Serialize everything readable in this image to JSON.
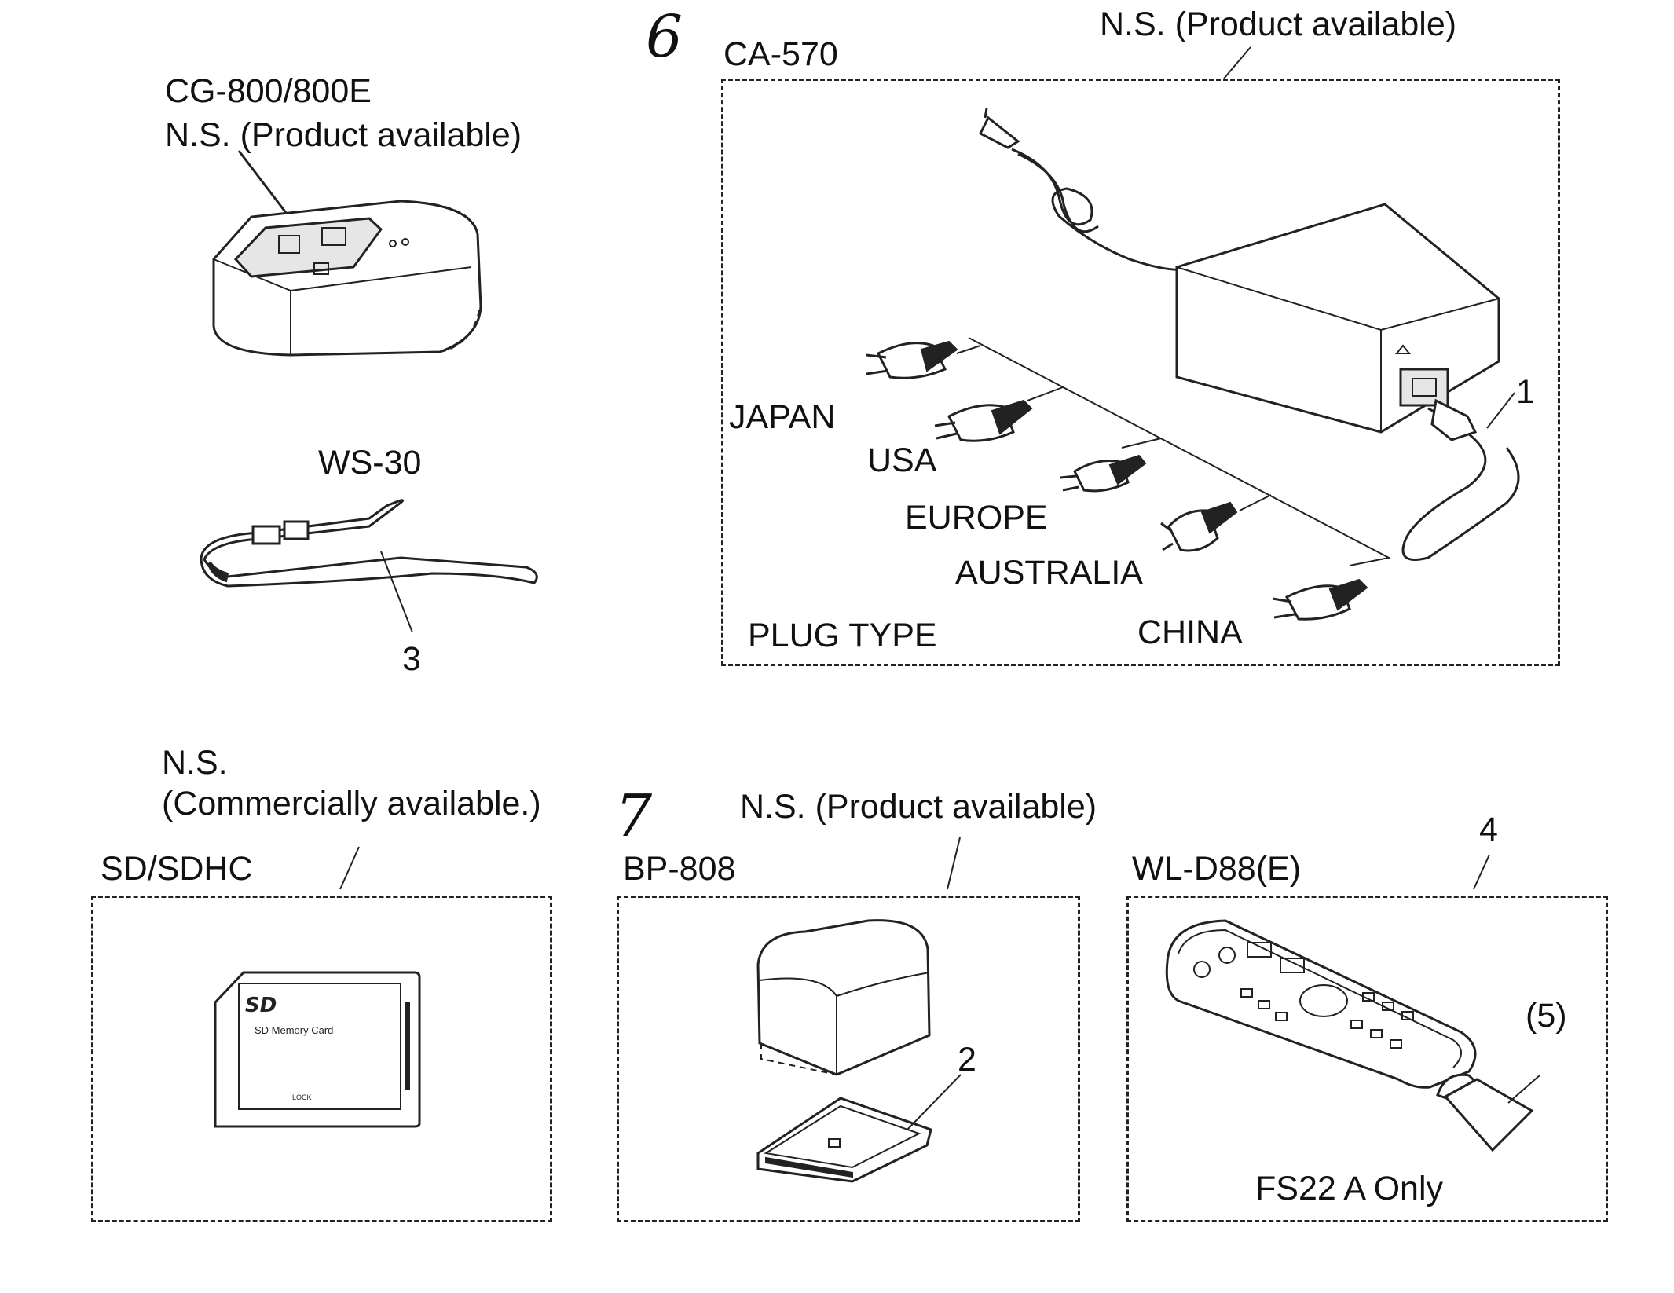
{
  "steps": {
    "step_6": "6",
    "step_7": "7"
  },
  "charger": {
    "model": "CG-800/800E",
    "note": "N.S. (Product available)"
  },
  "strap": {
    "model": "WS-30",
    "callout": "3"
  },
  "adapter": {
    "model": "CA-570",
    "note": "N.S. (Product available)",
    "callout": "1",
    "plug_type_label": "PLUG TYPE",
    "plugs": [
      "JAPAN",
      "USA",
      "EUROPE",
      "AUSTRALIA",
      "CHINA"
    ]
  },
  "memory_card": {
    "note_line1": "N.S.",
    "note_line2": "(Commercially available.)",
    "model": "SD/SDHC",
    "card_text": "SD Memory Card",
    "card_lock": "LOCK"
  },
  "battery": {
    "note": "N.S. (Product available)",
    "model": "BP-808",
    "callout": "2"
  },
  "remote": {
    "model": "WL-D88(E)",
    "callout": "4",
    "sub_callout": "(5)",
    "footnote": "FS22 A Only"
  },
  "colors": {
    "line": "#222222",
    "background": "#ffffff"
  }
}
